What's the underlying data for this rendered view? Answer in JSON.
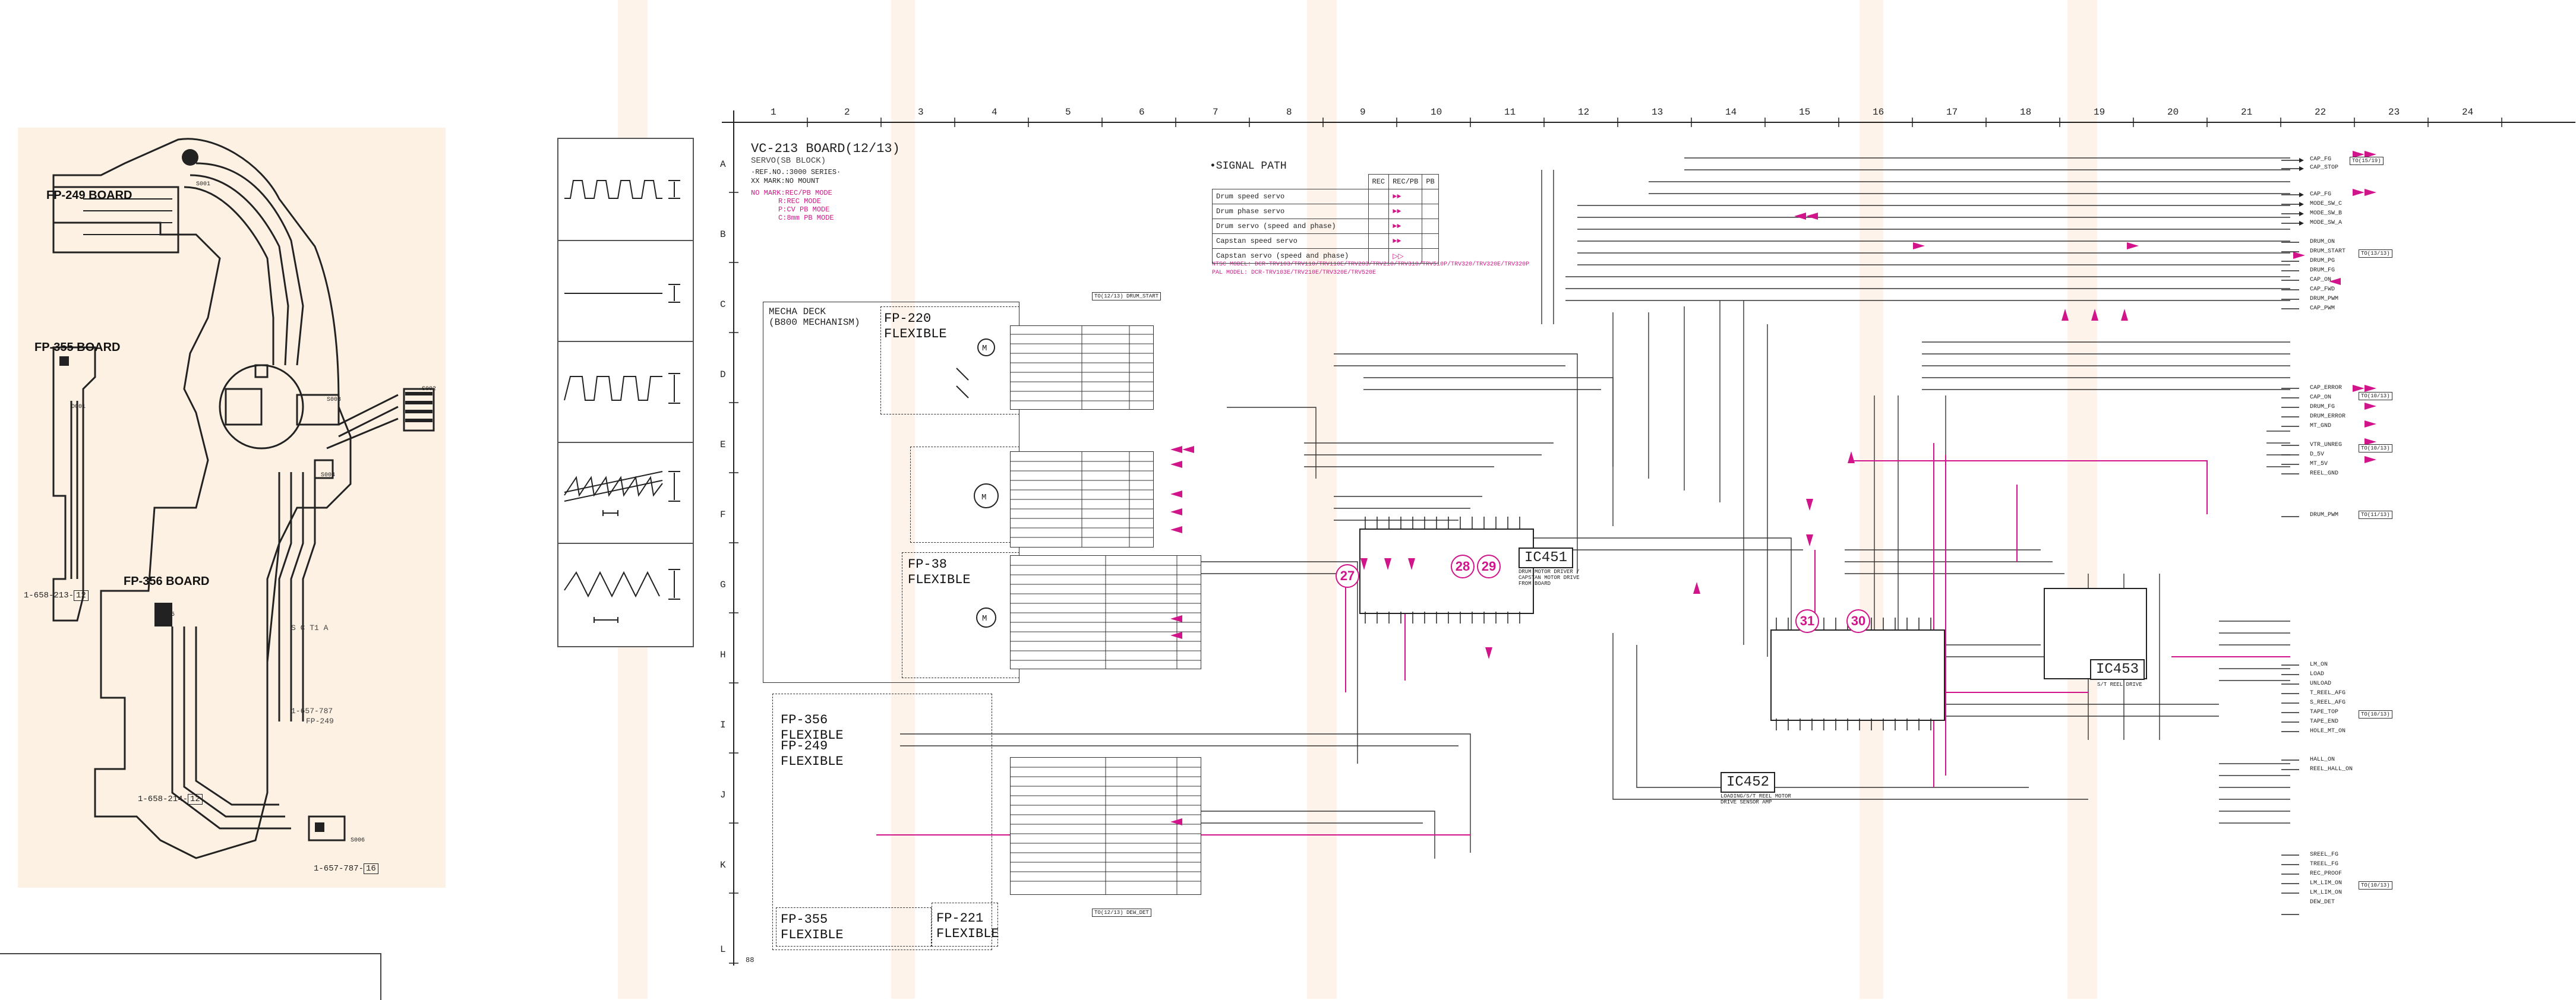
{
  "left_pcb": {
    "boards": [
      {
        "id": "fp249",
        "label": "FP-249 BOARD"
      },
      {
        "id": "fp355",
        "label": "FP-355 BOARD"
      },
      {
        "id": "fp356",
        "label": "FP-356 BOARD"
      }
    ],
    "part_numbers": [
      {
        "id": "pn1",
        "text": "1-658-213-",
        "box": "12"
      },
      {
        "id": "pn2",
        "text": "1-658-214-",
        "box": "12"
      },
      {
        "id": "pn3",
        "text": "1-657-787-",
        "box": "16"
      }
    ],
    "refs": [
      "S001",
      "D001",
      "S002",
      "S003",
      "S004",
      "S005",
      "S006"
    ],
    "small_texts": [
      "1-657-787",
      "FP-249",
      "S C T1 A"
    ]
  },
  "waveforms": {
    "count": 5
  },
  "schematic": {
    "title": "VC-213 BOARD(12/13)",
    "subtitle": "SERVO(SB BLOCK)",
    "ref_no": "·REF.NO.:3000 SERIES·",
    "mark_note": "XX MARK:NO MOUNT",
    "mode_notes": [
      "NO MARK:REC/PB MODE",
      "R:REC MODE",
      "P:CV PB MODE",
      "C:8mm PB MODE"
    ],
    "model_note_1": "NTSC MODEL: DCR-TRV103/TRV110/TRV110E/TRV203/TRV210/TRV310/TRV510P/TRV320/TRV320E/TRV320P",
    "model_note_2": "PAL MODEL: DCR-TRV103E/TRV210E/TRV320E/TRV520E",
    "page_number": "88",
    "col_numbers": [
      "1",
      "2",
      "3",
      "4",
      "5",
      "6",
      "7",
      "8",
      "9",
      "10",
      "11",
      "12",
      "13",
      "14",
      "15",
      "16",
      "17",
      "18",
      "19",
      "20",
      "21",
      "22",
      "23",
      "24"
    ],
    "row_letters": [
      "A",
      "B",
      "C",
      "D",
      "E",
      "F",
      "G",
      "H",
      "I",
      "J",
      "K",
      "L"
    ],
    "signal_path": {
      "heading": "•SIGNAL PATH",
      "columns": [
        "REC",
        "REC/PB",
        "PB"
      ],
      "rows": [
        "Drum speed servo",
        "Drum phase servo",
        "Drum servo (speed and phase)",
        "Capstan speed servo",
        "Capstan servo (speed and phase)"
      ]
    },
    "ics": [
      {
        "id": "ic451",
        "label": "IC451",
        "note": "DRUM MOTOR DRIVER / CAPSTAN MOTOR DRIVE FROM BOARD"
      },
      {
        "id": "ic452",
        "label": "IC452",
        "note": "LOADING/S/T REEL MOTOR DRIVE SENSOR AMP"
      },
      {
        "id": "ic453",
        "label": "IC453",
        "note": "S/T REEL DRIVE"
      }
    ],
    "flex_labels": [
      {
        "id": "fp220",
        "line1": "FP-220",
        "line2": "FLEXIBLE"
      },
      {
        "id": "fp38",
        "line1": "FP-38",
        "line2": "FLEXIBLE"
      },
      {
        "id": "fp356f",
        "line1": "FP-356",
        "line2": "FLEXIBLE"
      },
      {
        "id": "fp249f",
        "line1": "FP-249",
        "line2": "FLEXIBLE"
      },
      {
        "id": "fp355f",
        "line1": "FP-355",
        "line2": "FLEXIBLE"
      },
      {
        "id": "fp221f",
        "line1": "FP-221",
        "line2": "FLEXIBLE"
      }
    ],
    "mecha_deck": {
      "line1": "MECHA DECK",
      "line2": "(B800 MECHANISM)"
    },
    "test_points": [
      "27",
      "28",
      "29",
      "30",
      "31"
    ],
    "connectors_right": [
      {
        "group": "top",
        "labels": [
          "CAP_FG",
          "CAP_STOP"
        ],
        "ref": "TO(15/19)"
      },
      {
        "group": "b",
        "labels": [
          "CAP_FG",
          "MODE_SW_C",
          "MODE_SW_B",
          "MODE_SW_A"
        ],
        "ref": ""
      },
      {
        "group": "c",
        "labels": [
          "DRUM_ON",
          "DRUM_START",
          "DRUM_PG",
          "DRUM_FG",
          "CAP_ON",
          "CAP_FWD",
          "DRUM_PWM",
          "CAP_PWM"
        ],
        "ref": "TO(13/13)"
      },
      {
        "group": "d",
        "labels": [
          "CAP_ERROR",
          "CAP_ON",
          "DRUM_FG",
          "DRUM_ERROR",
          "MT_GND"
        ],
        "ref": "TO(10/13)"
      },
      {
        "group": "e",
        "labels": [
          "VTR_UNREG",
          "D_5V",
          "MT_5V",
          "REEL_GND"
        ],
        "ref": "TO(10/13)"
      },
      {
        "group": "f",
        "labels": [
          "DRUM_PWM"
        ],
        "ref": "TO(11/13)"
      },
      {
        "group": "g",
        "labels": [
          "LM_ON",
          "LOAD",
          "UNLOAD",
          "T_REEL_AFG",
          "S_REEL_AFG",
          "TAPE_TOP",
          "TAPE_END",
          "HOLE_MT_ON"
        ],
        "ref": "TO(10/13)"
      },
      {
        "group": "h",
        "labels": [
          "HALL_ON",
          "REEL_HALL_ON"
        ],
        "ref": ""
      },
      {
        "group": "i",
        "labels": [
          "SREEL_FG",
          "TREEL_FG",
          "REC_PROOF",
          "LM_LIM_ON",
          "LM_LIM_ON",
          "DEW_DET"
        ],
        "ref": "TO(10/13)"
      }
    ],
    "bottom_refs": [
      {
        "id": "br1",
        "text": "TO(12/13)",
        "sub": "DEW_DET"
      }
    ],
    "top_refs": [
      {
        "id": "tr1",
        "text": "TO(12/13)",
        "sub": "DRUM_START"
      }
    ]
  }
}
